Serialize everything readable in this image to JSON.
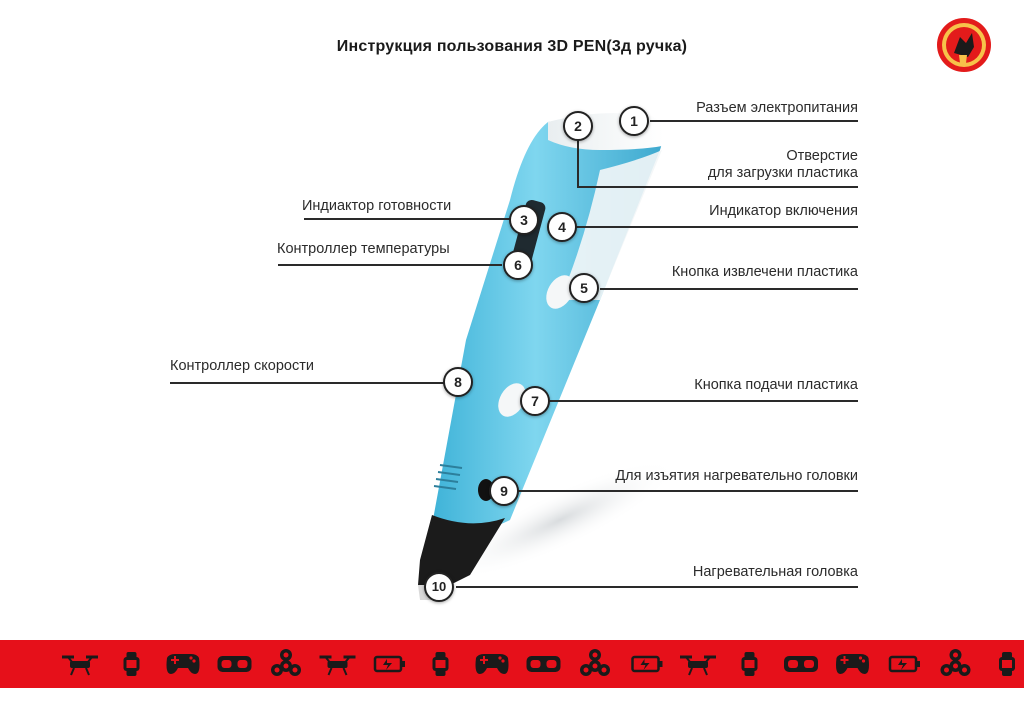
{
  "title": "Инструкция пользования 3D PEN(3д ручка)",
  "colors": {
    "pen_body": "#5cc6e6",
    "pen_dark": "#222222",
    "band": "#e6101a",
    "band_icons": "#1a1a1a"
  },
  "callouts": [
    {
      "num": "1",
      "label": "Разъем  электропитания"
    },
    {
      "num": "2",
      "label": "Отверстие\nдля загрузки пластика"
    },
    {
      "num": "3",
      "label": "Индиактор готовности"
    },
    {
      "num": "4",
      "label": "Индикатор включения"
    },
    {
      "num": "5",
      "label": "Кнопка извлечени пластика"
    },
    {
      "num": "6",
      "label": "Контроллер температуры"
    },
    {
      "num": "7",
      "label": "Кнопка подачи пластика"
    },
    {
      "num": "8",
      "label": "Контроллер скорости"
    },
    {
      "num": "9",
      "label": "Для изъятия нагревательно головки"
    },
    {
      "num": "10",
      "label": "Нагревательная головка"
    }
  ],
  "footer_icons": [
    "drone-icon",
    "smartwatch-icon",
    "gamepad-icon",
    "vr-headset-icon",
    "fidget-spinner-icon",
    "drone-icon",
    "battery-icon",
    "smartwatch-icon",
    "gamepad-icon",
    "vr-headset-icon",
    "fidget-spinner-icon",
    "battery-icon",
    "drone-icon",
    "smartwatch-icon",
    "vr-headset-icon",
    "gamepad-icon",
    "battery-icon",
    "fidget-spinner-icon",
    "smartwatch-icon"
  ]
}
